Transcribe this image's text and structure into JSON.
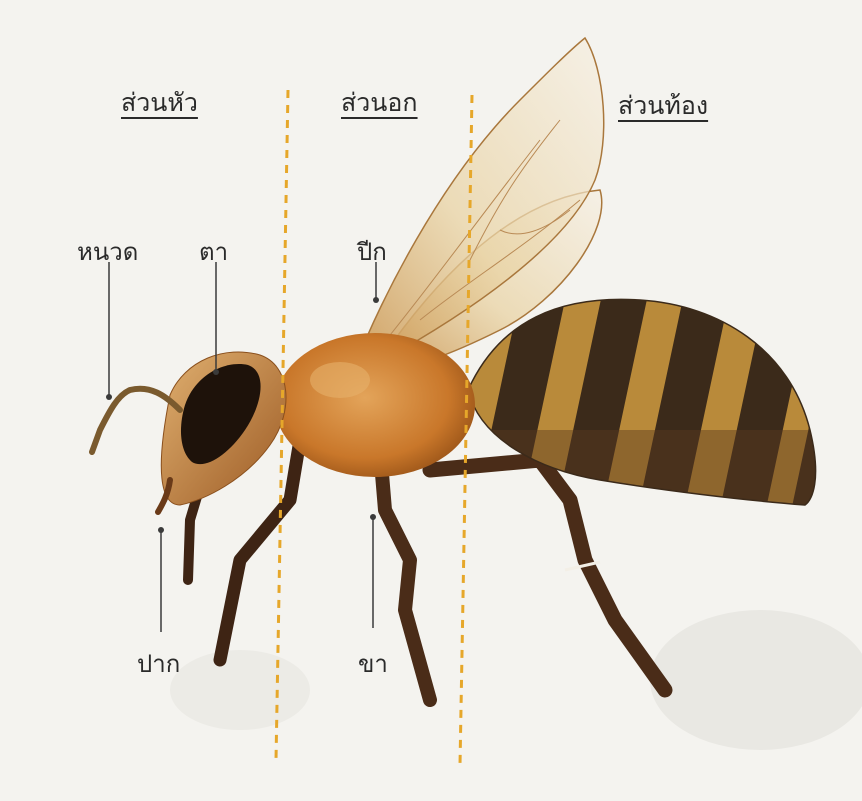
{
  "sections": {
    "head": "ส่วนหัว",
    "thorax": "ส่วนอก",
    "abdomen": "ส่วนท้อง"
  },
  "parts": {
    "antenna": "หนวด",
    "eye": "ตา",
    "wing": "ปีก",
    "mouth": "ปาก",
    "leg": "ขา"
  },
  "colors": {
    "divider": "#e6a72a",
    "leader": "#3a3a3a",
    "body_amber": "#c9772a",
    "stripe_dark": "#3b2a1a",
    "stripe_gold": "#b98a3a",
    "wing_tint": "#efe3c8"
  }
}
